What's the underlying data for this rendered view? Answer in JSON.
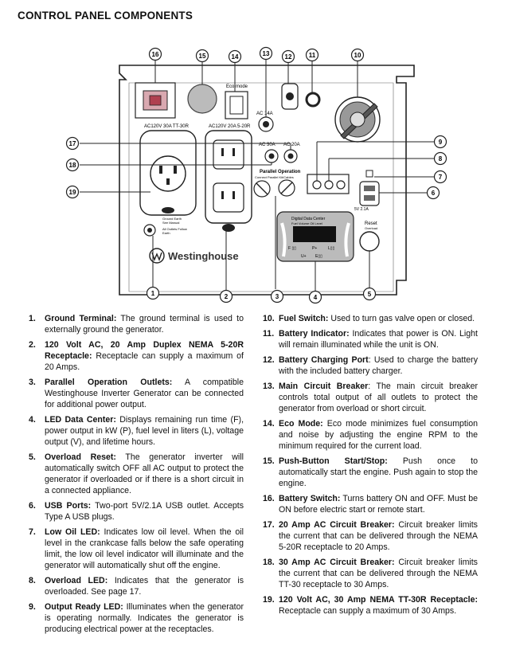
{
  "page_title": "CONTROL PANEL COMPONENTS",
  "diagram": {
    "callouts": [
      "1",
      "2",
      "3",
      "4",
      "5",
      "6",
      "7",
      "8",
      "9",
      "10",
      "11",
      "12",
      "13",
      "14",
      "15",
      "16",
      "17",
      "18",
      "19"
    ],
    "labels": {
      "receptacle_30a": "AC120V 30A TT-30R",
      "receptacle_20a": "AC120V 20A 5-20R",
      "eco_mode": "Eco mode",
      "breaker_14a": "AC 14A",
      "breaker_30a": "AC 30A",
      "breaker_20a": "AC 20A",
      "parallel_operation": "Parallel Operation",
      "parallel_sub": "Connect Parallel Kit/Cables",
      "lcd_title": "Digital Data Center",
      "lcd_sub": "Fuel Volume Oil Level",
      "lcd_fields": [
        "F ▯▯",
        "P+",
        "L▯▯",
        "U+",
        "E▯▯"
      ],
      "reset": "Reset",
      "reset_sub": "Overload",
      "ground_text_1": "Ground Earth",
      "ground_text_2": "See Manual",
      "ground_text_3": "All Outlets Follow",
      "ground_text_4": "Earth",
      "brand": "Westinghouse",
      "usb": "5V 2.1A"
    }
  },
  "components_left": [
    {
      "num": "1.",
      "term": "Ground Terminal:",
      "desc": " The ground terminal is used to externally ground the generator."
    },
    {
      "num": "2.",
      "term": "120 Volt AC, 20 Amp Duplex NEMA 5-20R Receptacle:",
      "desc": " Receptacle can supply a maximum of 20 Amps."
    },
    {
      "num": "3.",
      "term": "Parallel Operation Outlets:",
      "desc": " A compatible Westinghouse Inverter Generator can be connected for additional power output."
    },
    {
      "num": "4.",
      "term": "LED Data Center:",
      "desc": " Displays remaining run time (F), power output in kW (P), fuel level in liters (L), voltage output (V), and lifetime hours."
    },
    {
      "num": "5.",
      "term": "Overload Reset:",
      "desc": " The generator inverter will automatically switch OFF all AC output to protect the generator if overloaded or if there is a short circuit in a connected appliance."
    },
    {
      "num": "6.",
      "term": "USB Ports:",
      "desc": " Two-port 5V/2.1A USB outlet. Accepts Type A USB plugs."
    },
    {
      "num": "7.",
      "term": "Low Oil LED:",
      "desc": " Indicates low oil level. When the oil level in the crankcase falls below the safe operating limit, the low oil level indicator will illuminate and the generator will automatically shut off the engine."
    },
    {
      "num": "8.",
      "term": "Overload LED:",
      "desc": " Indicates that the generator is overloaded. See page 17."
    },
    {
      "num": "9.",
      "term": "Output Ready LED:",
      "desc": " Illuminates when the generator is operating normally. Indicates the generator is producing electrical power at the receptacles."
    }
  ],
  "components_right": [
    {
      "num": "10.",
      "term": "Fuel Switch:",
      "desc": " Used to turn gas valve open or closed."
    },
    {
      "num": "11.",
      "term": "Battery Indicator:",
      "desc": " Indicates that power is ON. Light will remain illuminated while the unit is ON."
    },
    {
      "num": "12.",
      "term": "Battery Charging Port",
      "desc": ": Used to charge the battery with the included battery charger."
    },
    {
      "num": "13.",
      "term": "Main Circuit Breaker",
      "desc": ": The main circuit breaker controls total output of all outlets to protect the generator from overload or short circuit."
    },
    {
      "num": "14.",
      "term": "Eco Mode:",
      "desc": " Eco mode minimizes fuel consumption and noise by adjusting the engine RPM to the minimum required for the current load."
    },
    {
      "num": "15.",
      "term": "Push-Button Start/Stop:",
      "desc": " Push once to automatically start the engine. Push again to stop the engine."
    },
    {
      "num": "16.",
      "term": "Battery Switch:",
      "desc": " Turns battery ON and OFF. Must be ON before electric start or remote start."
    },
    {
      "num": "17.",
      "term": "20 Amp AC Circuit Breaker:",
      "desc": " Circuit breaker limits the current that can be delivered through the NEMA 5-20R receptacle to 20 Amps."
    },
    {
      "num": "18.",
      "term": "30 Amp AC Circuit Breaker:",
      "desc": " Circuit breaker limits the current that can be delivered through the NEMA TT-30 receptacle to 30 Amps."
    },
    {
      "num": "19.",
      "term": "120 Volt AC, 30 Amp NEMA TT-30R Receptacle:",
      "desc": " Receptacle can supply a maximum of 30 Amps."
    }
  ]
}
